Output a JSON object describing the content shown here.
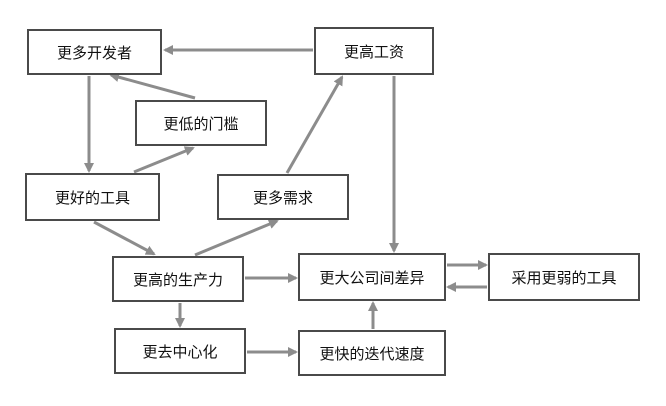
{
  "nodes": {
    "more_devs": "更多开发者",
    "high_wages": "更高工资",
    "lower_bar": "更低的门槛",
    "better_tools": "更好的工具",
    "more_demand": "更多需求",
    "productivity": "更高的生产力",
    "gap": "更大公司间差异",
    "weak_tools": "采用更弱的工具",
    "decentral": "更去中心化",
    "faster_iter": "更快的迭代速度"
  },
  "edges": [
    {
      "from": "high_wages",
      "to": "more_devs"
    },
    {
      "from": "lower_bar",
      "to": "more_devs"
    },
    {
      "from": "more_devs",
      "to": "better_tools"
    },
    {
      "from": "better_tools",
      "to": "lower_bar"
    },
    {
      "from": "better_tools",
      "to": "productivity"
    },
    {
      "from": "productivity",
      "to": "more_demand"
    },
    {
      "from": "more_demand",
      "to": "high_wages"
    },
    {
      "from": "high_wages",
      "to": "gap"
    },
    {
      "from": "productivity",
      "to": "gap"
    },
    {
      "from": "gap",
      "to": "weak_tools"
    },
    {
      "from": "weak_tools",
      "to": "gap"
    },
    {
      "from": "productivity",
      "to": "decentral"
    },
    {
      "from": "decentral",
      "to": "faster_iter"
    },
    {
      "from": "faster_iter",
      "to": "gap"
    }
  ],
  "colors": {
    "edge": "#8c8c8c",
    "node_border": "#4a4a4a",
    "background": "#ffffff"
  }
}
